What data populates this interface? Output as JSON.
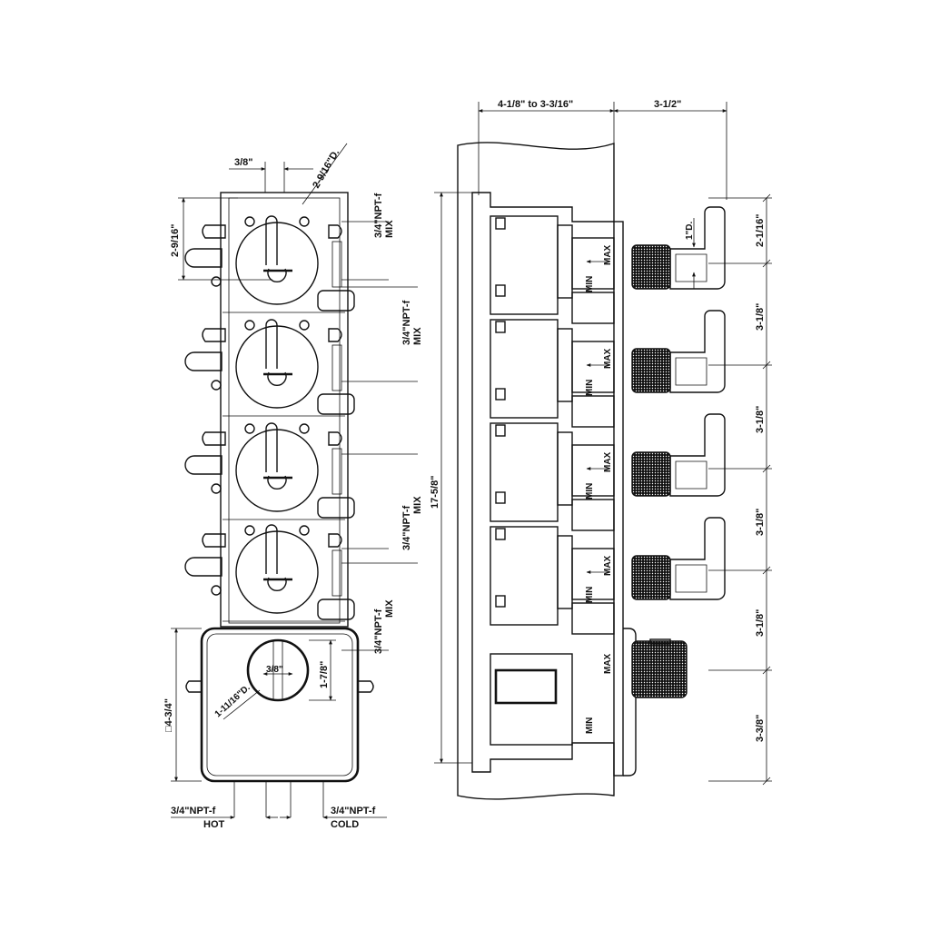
{
  "front_view": {
    "dim_top_width": "3/8\"",
    "dim_top_diam": "2-9/16\"D.",
    "dim_left_height": "2-9/16\"",
    "outlet_labels": [
      "3/4\"NPT-f",
      "3/4\"NPT-f",
      "3/4\"NPT-f",
      "3/4\"NPT-f"
    ],
    "outlet_mix": [
      "MIX",
      "MIX",
      "MIX",
      "MIX"
    ],
    "box_width": "□4-3/4\"",
    "box_inner_w": "3/8\"",
    "box_diam": "1-11/16\"D.",
    "box_height": "1-7/8\"",
    "inlet_hot_size": "3/4\"NPT-f",
    "inlet_hot": "HOT",
    "inlet_cold_size": "3/4\"NPT-f",
    "inlet_cold": "COLD"
  },
  "side_view": {
    "dim_depth": "4-1/8\"  to  3-3/16\"",
    "dim_projection": "3-1/2\"",
    "dim_total_height": "17-5/8\"",
    "handle_diam": "1\"D.",
    "right_dims": [
      "2-1/16\"",
      "3-1/8\"",
      "3-1/8\"",
      "3-1/8\"",
      "3-1/8\"",
      "3-3/8\""
    ],
    "max_label": "MAX",
    "min_label": "MIN"
  }
}
